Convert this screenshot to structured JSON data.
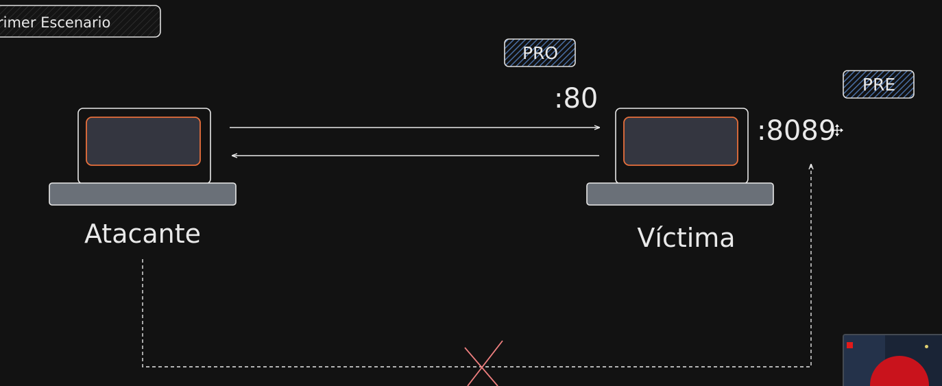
{
  "frame": {
    "title": "rimer Escenario"
  },
  "nodes": [
    {
      "id": "atacante",
      "label": "Atacante"
    },
    {
      "id": "victima",
      "label": "Víctima"
    }
  ],
  "ports": {
    "main": ":80",
    "alt": ":8089"
  },
  "tags": {
    "pro": "PRO",
    "pre": "PRE"
  },
  "connections": [
    {
      "from": "atacante",
      "to": "victima",
      "port": ":80",
      "style": "solid",
      "status": "allowed"
    },
    {
      "from": "victima",
      "to": "atacante",
      "style": "solid",
      "status": "allowed"
    },
    {
      "from": "atacante",
      "to": "victima",
      "port": ":8089",
      "style": "dashed",
      "status": "blocked"
    }
  ],
  "colors": {
    "background": "#121212",
    "stroke": "#e9e9e9",
    "screen_border": "#e8703c",
    "screen_fill": "#343640",
    "base_fill": "#6a7078",
    "tag_hatch": "#4a6fa5",
    "blocked_cross": "#f08080"
  }
}
